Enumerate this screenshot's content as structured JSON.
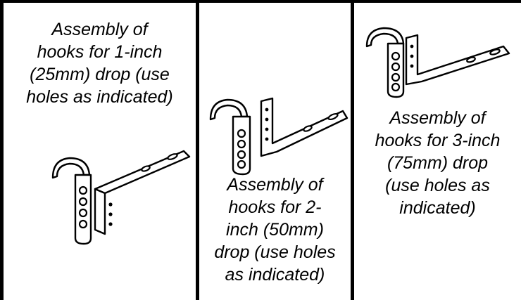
{
  "panels": [
    {
      "caption": "Assembly of\nhooks for 1-inch\n(25mm) drop (use\nholes as indicated)"
    },
    {
      "caption": "Assembly of\nhooks for 2-\ninch (50mm)\ndrop (use holes\nas indicated)"
    },
    {
      "caption": "Assembly of\nhooks for 3-inch\n(75mm) drop\n(use holes as\nindicated)"
    }
  ]
}
